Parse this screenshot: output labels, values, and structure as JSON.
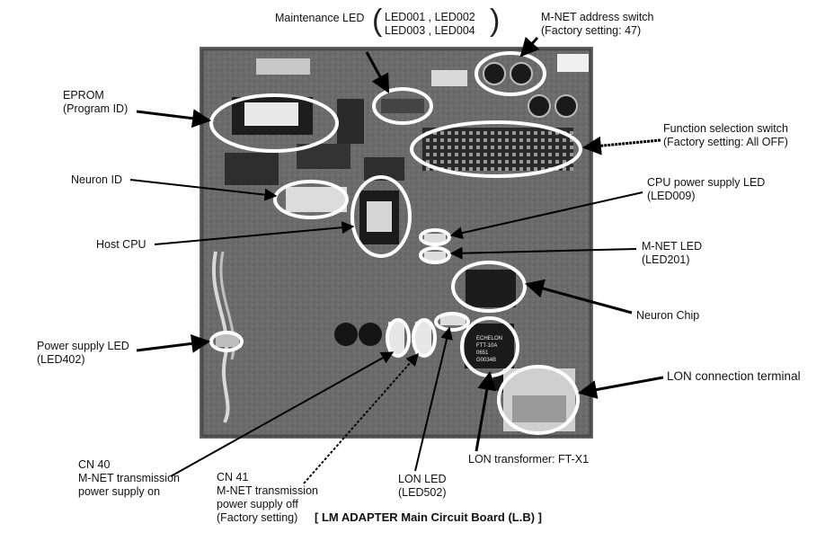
{
  "labels": {
    "maintenance_led": "Maintenance LED",
    "led001_002": "LED001 , LED002",
    "led003_004": "LED003 , LED004",
    "mnet_address_switch": "M-NET address switch",
    "mnet_address_factory": "(Factory setting: 47)",
    "eprom": "EPROM",
    "eprom_sub": "(Program ID)",
    "function_switch": "Function selection switch",
    "function_switch_factory": "(Factory setting: All OFF)",
    "neuron_id": "Neuron ID",
    "cpu_power_led": "CPU power supply LED",
    "cpu_power_led_id": "(LED009)",
    "host_cpu": "Host CPU",
    "mnet_led": "M-NET LED",
    "mnet_led_id": "(LED201)",
    "neuron_chip": "Neuron Chip",
    "power_supply_led": "Power supply LED",
    "power_supply_led_id": "(LED402)",
    "lon_terminal": "LON connection terminal",
    "cn40": "CN 40",
    "cn40_line2": "M-NET transmission",
    "cn40_line3": "power supply on",
    "cn41": "CN 41",
    "cn41_line2": "M-NET transmission",
    "cn41_line3": "power supply off",
    "cn41_line4": "(Factory setting)",
    "lon_led": "LON LED",
    "lon_led_id": "(LED502)",
    "lon_transformer": "LON transformer: FT-X1"
  },
  "board_text": {
    "chip_brand": "ECHELON",
    "chip_model": "FTT-10A",
    "chip_code1": "0651",
    "chip_code2": "G0034B"
  },
  "caption": "[ LM ADAPTER Main Circuit Board (L.B) ]"
}
